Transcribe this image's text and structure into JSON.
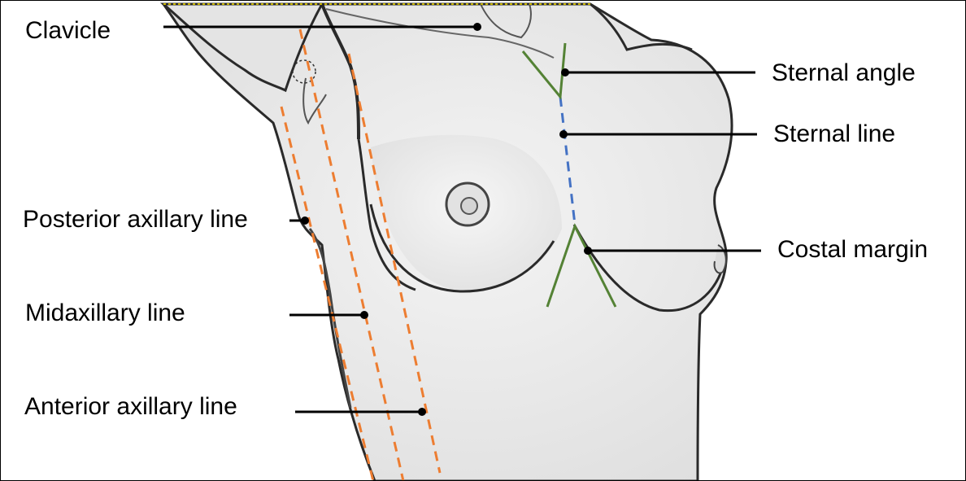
{
  "labels": {
    "clavicle": "Clavicle",
    "sternal_angle": "Sternal angle",
    "sternal_line": "Sternal line",
    "posterior_axillary_line": "Posterior axillary line",
    "costal_margin": "Costal margin",
    "midaxillary_line": "Midaxillary line",
    "anterior_axillary_line": "Anterior axillary line"
  },
  "colors": {
    "axillary_lines": "#ed7d31",
    "sternal_line": "#4472c4",
    "sternal_angle_costal_margin": "#548235",
    "leader_lines": "#000000",
    "body_fill": "#eaeaea",
    "body_outline": "#2a2a2a"
  }
}
